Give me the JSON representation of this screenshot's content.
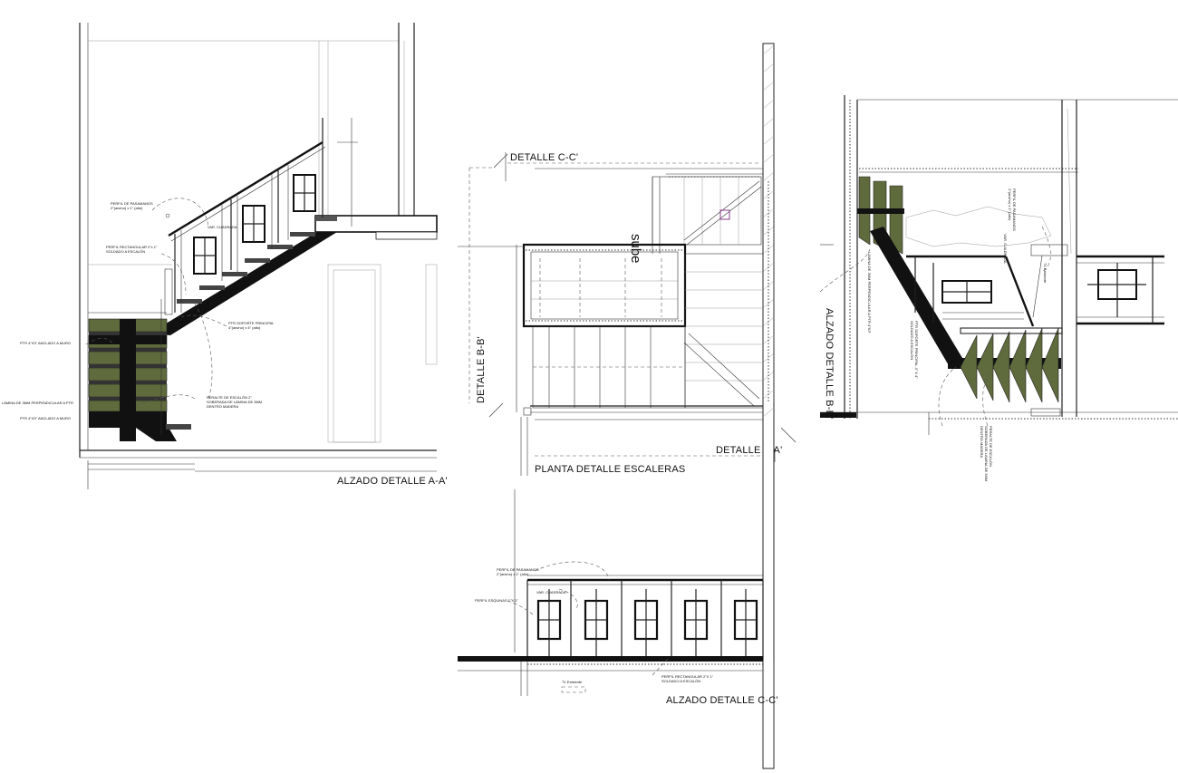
{
  "views": {
    "elev_aa": {
      "title": "ALZADO DETALLE A-A'",
      "notes": {
        "perfil_pasamanos": "PERFIL DE PASAMANOS",
        "perfil_pasamanos_sub": "2\"(ancho) x 1\" (alto)",
        "var_cuadrada": "VAR. CUADRADA",
        "perfil_rect": "PERFIL RECTANGULAR 2\"x 1\"",
        "perfil_rect_sub": "SOLDADO A ESCALÓN",
        "ptr_soporte": "PTR SOPORTE PRINCIPAL",
        "ptr_soporte_sub": "4\"(ancho) x 4\" (alto)",
        "ptr_anclado_1": "PTR 4\"X3\" ANCLADO A MURO",
        "lamina": "LÁMINA DE 3MM PERPENDICULAR A PTR",
        "ptr_anclado_2": "PTR 4\"X3\" ANCLADO A MURO",
        "peralte": "PERALTE DE ESCALÓN 2\"",
        "peralte_sub1": "SOBERADA DE LÁMINA DE 3MM",
        "peralte_sub2": "DENTRO MADERA"
      }
    },
    "plan": {
      "title": "PLANTA DETALLE ESCALERAS",
      "sube": "sube",
      "cut_cc": "DETALLE C-C'",
      "cut_bb": "DETALLE B-B'",
      "cut_aa": "DETALLE A-A'"
    },
    "elev_cc": {
      "title": "ALZADO DETALLE C-C'",
      "notes": {
        "perfil_pasamanos": "PERFIL DE PASAMANOS",
        "perfil_pasamanos_sub": "2\"(ancho) x 1\" (alto)",
        "var_cuadrada": "VAR. CUADRADA",
        "perfil_esquinas": "PERFIL ESQUINAS 1\"X 1\"",
        "perfil_rect": "PERFIL RECTANGULAR 2\"X 1\"",
        "perfil_rect_sub": "SOLDADO A ESCALÓN",
        "t1": "T1 Existente"
      }
    },
    "elev_bb": {
      "title": "ALZADO DETALLE B-B'",
      "notes": {
        "perfil_pasamanos": "PERFIL DE PASAMANOS",
        "perfil_pasamanos_sub": "2\"(ancho) x 1\" (alto)",
        "var_cuadrada": "VAR. CUADRADA",
        "lamina": "LÁMINA DE 3MM PERPENDICULAR A PTR 4\"X3\"",
        "ptr_soporte": "PTR SOPORTE PRINCIPAL 4\" X 4\"",
        "ptr_soporte_sub": "SOLDADO A ESCALÓN",
        "t1": "T1 Existente",
        "peralte": "PERALTE DE ESCALÓN",
        "peralte_sub": "SOBERADA DE LÁMINA DE 3MM",
        "peralte_sub2": "DENTRO MADERA"
      }
    }
  }
}
